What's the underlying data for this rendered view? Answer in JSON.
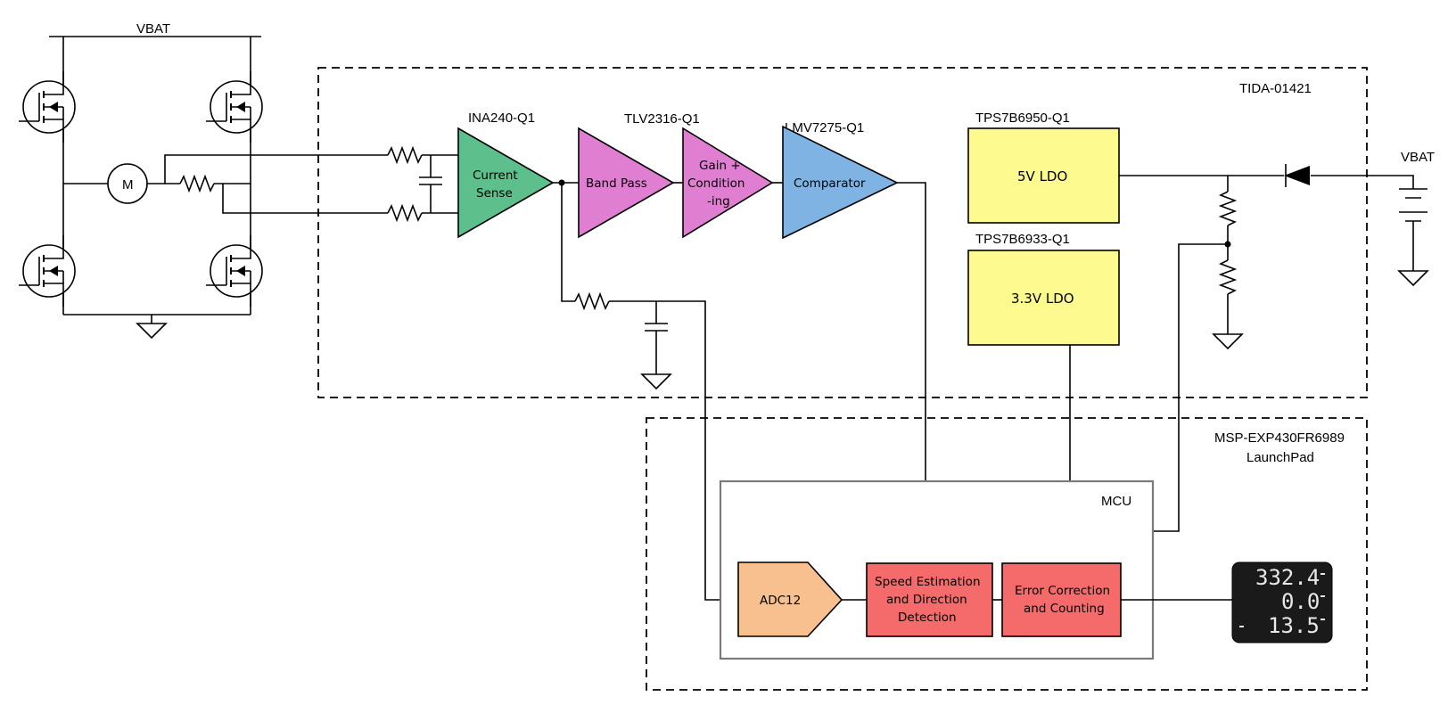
{
  "colors": {
    "current_sense": "#5dbf8b",
    "band_pass": "#e07fd2",
    "gain": "#e07fd2",
    "comparator": "#7fb3e3",
    "ldo": "#fdfb8f",
    "adc": "#f8c08f",
    "mcu_block": "#f56a6a",
    "display_bg": "#1a1a1a",
    "display_text": "#e8e8e8"
  },
  "labels": {
    "vbat_top": "VBAT",
    "vbat_right": "VBAT",
    "motor": "M",
    "tida_board": "TIDA-01421",
    "launchpad_line1": "MSP-EXP430FR6989",
    "launchpad_line2": "LaunchPad",
    "mcu": "MCU"
  },
  "blocks": {
    "ina240": {
      "part": "INA240-Q1",
      "line1": "Current",
      "line2": "Sense"
    },
    "tlv2316": {
      "part": "TLV2316-Q1",
      "bandpass": "Band Pass",
      "gain1": "Gain +",
      "gain2": "Condition",
      "gain3": "-ing"
    },
    "lmv7275": {
      "part": "LMV7275-Q1",
      "text": "Comparator"
    },
    "ldo5": {
      "part": "TPS7B6950-Q1",
      "text": "5V LDO"
    },
    "ldo33": {
      "part": "TPS7B6933-Q1",
      "text": "3.3V LDO"
    },
    "adc": {
      "text": "ADC12"
    },
    "speed": {
      "line1": "Speed Estimation",
      "line2": "and Direction",
      "line3": "Detection"
    },
    "error": {
      "line1": "Error Correction",
      "line2": "and Counting"
    }
  },
  "display": {
    "row1": "332.4",
    "row2": "0.0",
    "row3": "13.5"
  },
  "icons": [
    "mosfet-icon",
    "motor-icon",
    "resistor-icon",
    "capacitor-icon",
    "ground-icon",
    "diode-icon",
    "battery-icon",
    "lcd-display-icon"
  ]
}
